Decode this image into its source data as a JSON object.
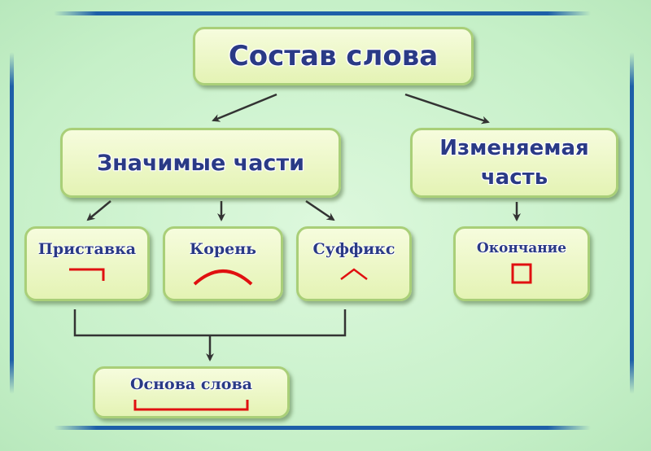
{
  "diagram": {
    "main": "Состав слова",
    "significant_parts": "Значимые части",
    "changeable_part": "Изменяемая часть",
    "prefix": "Приставка",
    "root": "Корень",
    "suffix": "Суффикс",
    "ending": "Окончание",
    "stem": "Основа слова"
  },
  "colors": {
    "text": "#2a3a86",
    "arrow": "#333333",
    "morpheme_mark": "#e01010",
    "frame": "#1d5fa8",
    "box_border": "#a9cf78"
  }
}
